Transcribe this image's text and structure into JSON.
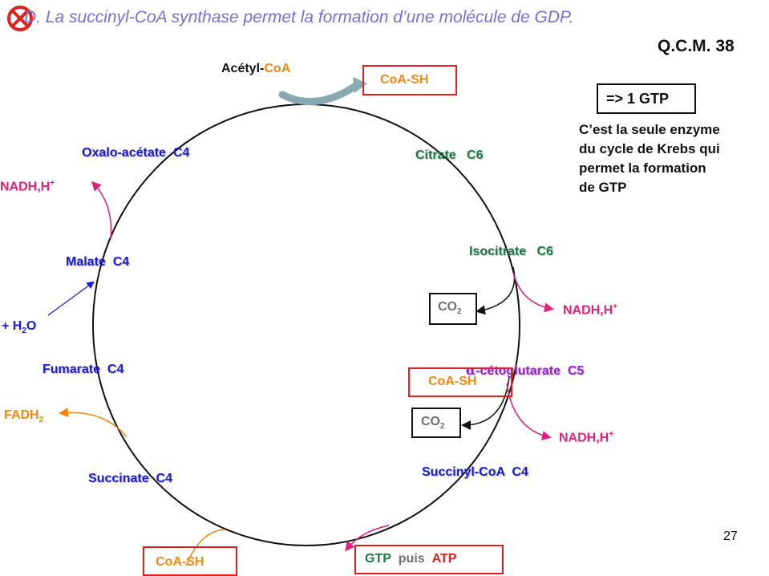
{
  "header": {
    "statement_letter": "D.",
    "statement": "La succinyl-CoA synthase permet la formation d’une molécule de GDP.",
    "qcm": "Q.C.M. 38"
  },
  "answer": {
    "box": "=> 1 GTP",
    "lines": [
      "C’est la seule enzyme",
      "du cycle de Krebs qui",
      "permet la formation",
      "de GTP"
    ]
  },
  "cycle": {
    "acetyl_prefix": "Acétyl-",
    "acetyl_coa": "CoA",
    "coash_top": "CoA-SH",
    "citrate": "Citrate   C6",
    "isocitrate": "Isocitrate   C6",
    "co2_1": "CO",
    "co2_sub": "2",
    "nadh_1": "NADH,H",
    "alpha": "α",
    "alpha_rest": "-cétoglutarate  C5",
    "coash_mid": "CoA-SH",
    "co2_2": "CO",
    "nadh_2": "NADH,H",
    "succinyl": "Succinyl-CoA  C4",
    "gtp": "GTP",
    "puis": "puis",
    "atp": "ATP",
    "coash_bottom": "CoA-SH",
    "succinate": "Succinate  C4",
    "fadh": "FADH",
    "fadh_sub": "2",
    "fumarate": "Fumarate  C4",
    "h2o_prefix": "+ H",
    "h2o_sub": "2",
    "h2o_suffix": "O",
    "malate": "Malate  C4",
    "nadh_3": "NADH,H",
    "oxalo": "Oxalo-acétate  C4",
    "plus": "+"
  },
  "page_number": "27",
  "colors": {
    "blue": "#1a1adc",
    "green": "#1e7a45",
    "orange": "#f08a14",
    "magenta": "#e0207a",
    "purple": "#9b1fd6",
    "red": "#e02020"
  }
}
